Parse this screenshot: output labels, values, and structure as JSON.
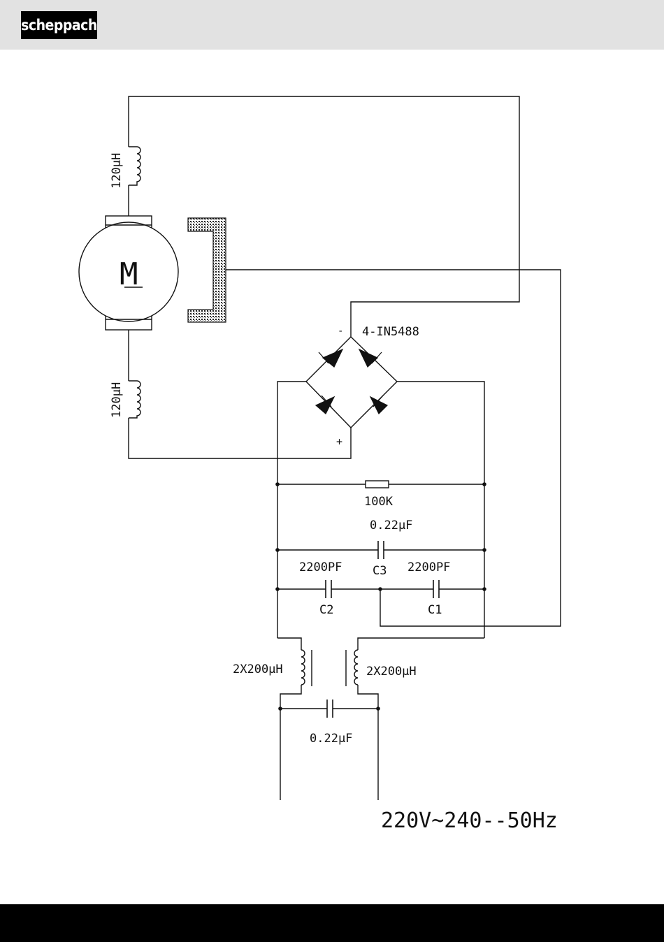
{
  "header": {
    "logo_text": "scheppach"
  },
  "diagram": {
    "inductor_top": "120µH",
    "inductor_bottom": "120µH",
    "motor_symbol": "M",
    "diode_bridge": "4-IN5488",
    "minus_sign": "-",
    "plus_sign": "+",
    "resistor": "100K",
    "cap_c3_value": "0.22µF",
    "cap_c3_name": "C3",
    "cap_c2_value": "2200PF",
    "cap_c2_name": "C2",
    "cap_c1_value": "2200PF",
    "cap_c1_name": "C1",
    "choke_left": "2X200µH",
    "choke_right": "2X200µH",
    "cap_input_value": "0.22µF",
    "supply": "220V~240--50Hz"
  }
}
